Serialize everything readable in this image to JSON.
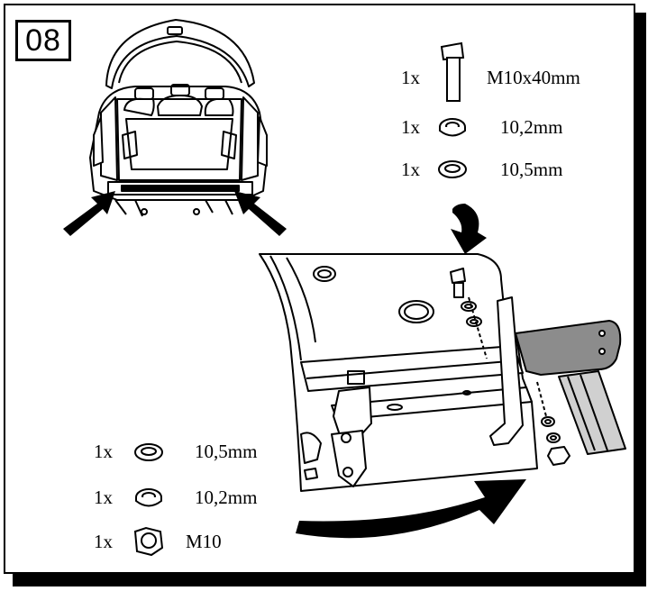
{
  "step": {
    "number": "08"
  },
  "top_parts": [
    {
      "qty": "1x",
      "spec": "M10x40mm",
      "icon": "bolt-icon"
    },
    {
      "qty": "1x",
      "spec": "10,2mm",
      "icon": "spring-washer-icon"
    },
    {
      "qty": "1x",
      "spec": "10,5mm",
      "icon": "flat-washer-icon"
    }
  ],
  "bottom_parts": [
    {
      "qty": "1x",
      "spec": "10,5mm",
      "icon": "flat-washer-icon"
    },
    {
      "qty": "1x",
      "spec": "10,2mm",
      "icon": "spring-washer-icon"
    },
    {
      "qty": "1x",
      "spec": "M10",
      "icon": "hex-nut-icon"
    }
  ]
}
